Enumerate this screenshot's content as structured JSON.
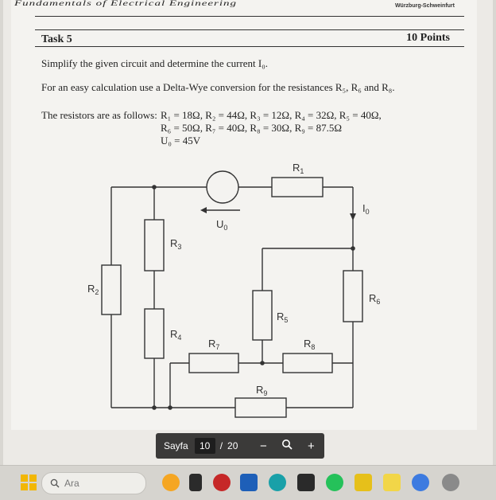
{
  "header": {
    "course_title_fragment": "Fundamentals of Electrical Engineering",
    "university": "Würzburg-Schweinfurt"
  },
  "task": {
    "title": "Task 5",
    "points": "10 Points",
    "instruction": "Simplify the given circuit and determine the current I₀.",
    "hint": "For an easy calculation use a Delta-Wye conversion for the resistances R₅, R₆ and R₈.",
    "resistors_intro": "The resistors are as follows:",
    "values_line1": "R₁ = 18Ω, R₂ = 44Ω, R₃ = 12Ω, R₄ = 32Ω, R₅ = 40Ω,",
    "values_line2": "R₆ = 50Ω, R₇ = 40Ω, R₈ = 30Ω, R₉ = 87.5Ω",
    "values_line3": "U₀ = 45V"
  },
  "circuit": {
    "labels": {
      "r1": "R",
      "r1_sub": "1",
      "r2": "R",
      "r2_sub": "2",
      "r3": "R",
      "r3_sub": "3",
      "r4": "R",
      "r4_sub": "4",
      "r5": "R",
      "r5_sub": "5",
      "r6": "R",
      "r6_sub": "6",
      "r7": "R",
      "r7_sub": "7",
      "r8": "R",
      "r8_sub": "8",
      "r9": "R",
      "r9_sub": "9",
      "u0": "U",
      "u0_sub": "0",
      "i0": "I",
      "i0_sub": "0"
    }
  },
  "pdf_toolbar": {
    "page_label": "Sayfa",
    "current_page": "10",
    "separator": "/",
    "total_pages": "20",
    "zoom_out": "−",
    "zoom_icon": "magnifier-icon",
    "zoom_in": "+"
  },
  "taskbar": {
    "search_placeholder": "Ara",
    "icons": [
      "windows-start-icon",
      "search-icon",
      "app-b-icon",
      "file-icon",
      "camera-icon",
      "folder-icon",
      "edge-icon",
      "store-icon",
      "whatsapp-icon",
      "mubs-icon",
      "notes-icon",
      "chrome-icon",
      "settings-icon"
    ]
  }
}
